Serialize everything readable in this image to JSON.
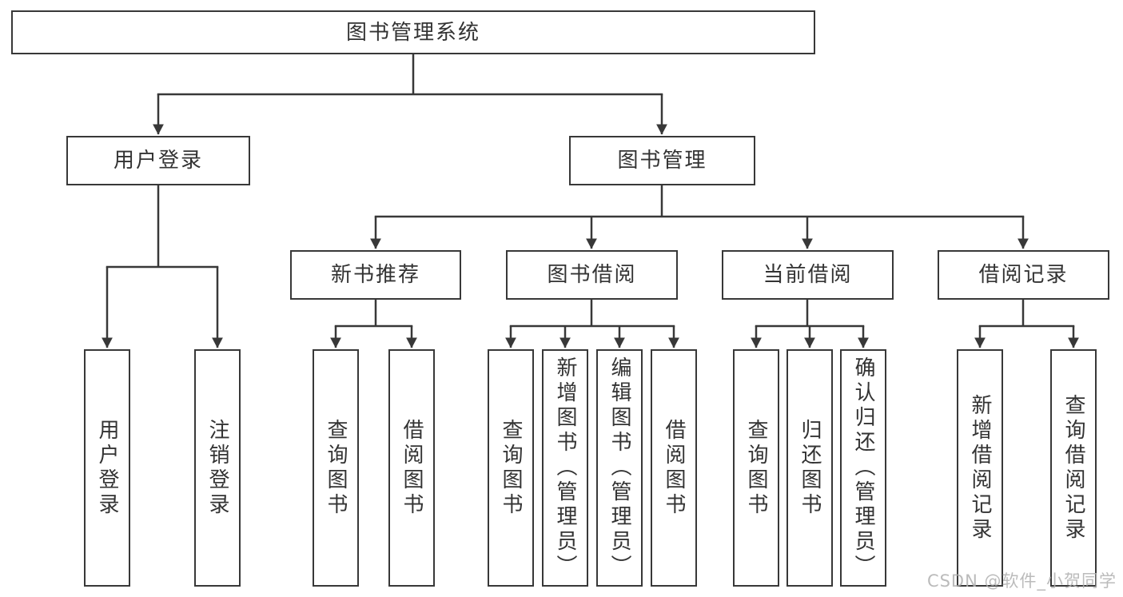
{
  "diagram_type": "hierarchy-tree",
  "tree": {
    "label": "图书管理系统",
    "children": [
      {
        "label": "用户登录",
        "children": [
          {
            "label": "用户登录"
          },
          {
            "label": "注销登录"
          }
        ]
      },
      {
        "label": "图书管理",
        "children": [
          {
            "label": "新书推荐",
            "children": [
              {
                "label": "查询图书"
              },
              {
                "label": "借阅图书"
              }
            ]
          },
          {
            "label": "图书借阅",
            "children": [
              {
                "label": "查询图书"
              },
              {
                "label": "新增图书（管理员）"
              },
              {
                "label": "编辑图书（管理员）"
              },
              {
                "label": "借阅图书"
              }
            ]
          },
          {
            "label": "当前借阅",
            "children": [
              {
                "label": "查询图书"
              },
              {
                "label": "归还图书"
              },
              {
                "label": "确认归还（管理员）"
              }
            ]
          },
          {
            "label": "借阅记录",
            "children": [
              {
                "label": "新增借阅记录"
              },
              {
                "label": "查询借阅记录"
              }
            ]
          }
        ]
      }
    ]
  },
  "watermark": {
    "text": "CSDN @软件_小贺同学",
    "color": "#b0b0b0"
  },
  "style": {
    "line_color": "#383838",
    "box_border_color": "#383838",
    "box_fill": "#ffffff",
    "text_color": "#333333",
    "background": "#ffffff"
  }
}
